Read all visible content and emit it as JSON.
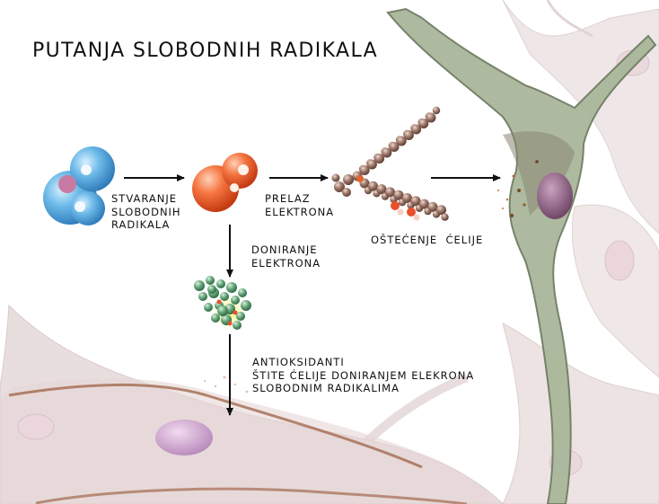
{
  "title": "PUTANJA SLOBODNIH RADIKALA",
  "labels": {
    "formation": [
      "STVARANJE",
      "SLOBODNIH",
      "RADIKALA"
    ],
    "transfer": [
      "PRELAZ",
      "ELEKTRONA"
    ],
    "donation": [
      "DONIRANJE",
      "ELEKTRONA"
    ],
    "damage": "OŠTEĆENJE  ĆELIJE",
    "antioxidant": [
      "ANTIOKSIDANTI",
      "ŠTITE ĆELIJE DONIRANJEM ELEKRONA",
      "SLOBODNIM RADIKALIMA"
    ]
  },
  "colors": {
    "cell_membrane": "#e9dede",
    "cell_nucleus": "#c9a0c8",
    "damaged_cell": "#a9b79a",
    "water_molecule": "#5aa9de",
    "free_radical": "#ef6a3c",
    "antioxidant": "#5e9f74",
    "lipid_chain": "#9b7467",
    "arrow": "#111111"
  }
}
